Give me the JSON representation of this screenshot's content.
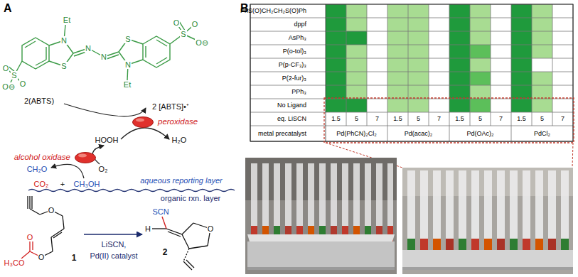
{
  "diagram": {
    "nodes": [
      {
        "text": [
          "peroxidase"
        ]
      },
      {
        "text": [
          "alcohol oxidase"
        ]
      }
    ],
    "labels": [
      "A",
      "B",
      "Et",
      "N",
      "S",
      "N",
      "N",
      "S",
      "N",
      "Et",
      "O",
      "S",
      "O",
      "O⊖",
      "O",
      "S",
      "O",
      "O⊖",
      "2(ABTS)",
      "2 [ABTS]•⁺",
      "HOOH",
      "H₂O",
      "CH₂O",
      "O₂",
      "CO₂",
      "+",
      "CH₃OH",
      "aqueous reporting layer",
      "organic rxn. layer",
      "O",
      "O",
      "O",
      "H₃CO",
      "1",
      "LiSCN,",
      "Pd(II) catalyst",
      "SCN",
      "H",
      "O",
      "2",
      "PhS(O)CH₂CH₂S(O)Ph",
      "dppf",
      "AsPh₃",
      "P(o-tol)₃",
      "P(p-CF₃)₃",
      "P(2-fur)₃",
      "PPh₃",
      "No Ligand",
      "eq. LiSCN",
      "1.5",
      "5",
      "7",
      "1.5",
      "5",
      "7",
      "1.5",
      "5",
      "7",
      "1.5",
      "5",
      "7",
      "metal precatalyst",
      "Pd(PhCN)₂Cl₂",
      "Pd(acac)₂",
      "Pd(OAc)₂",
      "PdCl₂"
    ]
  }
}
